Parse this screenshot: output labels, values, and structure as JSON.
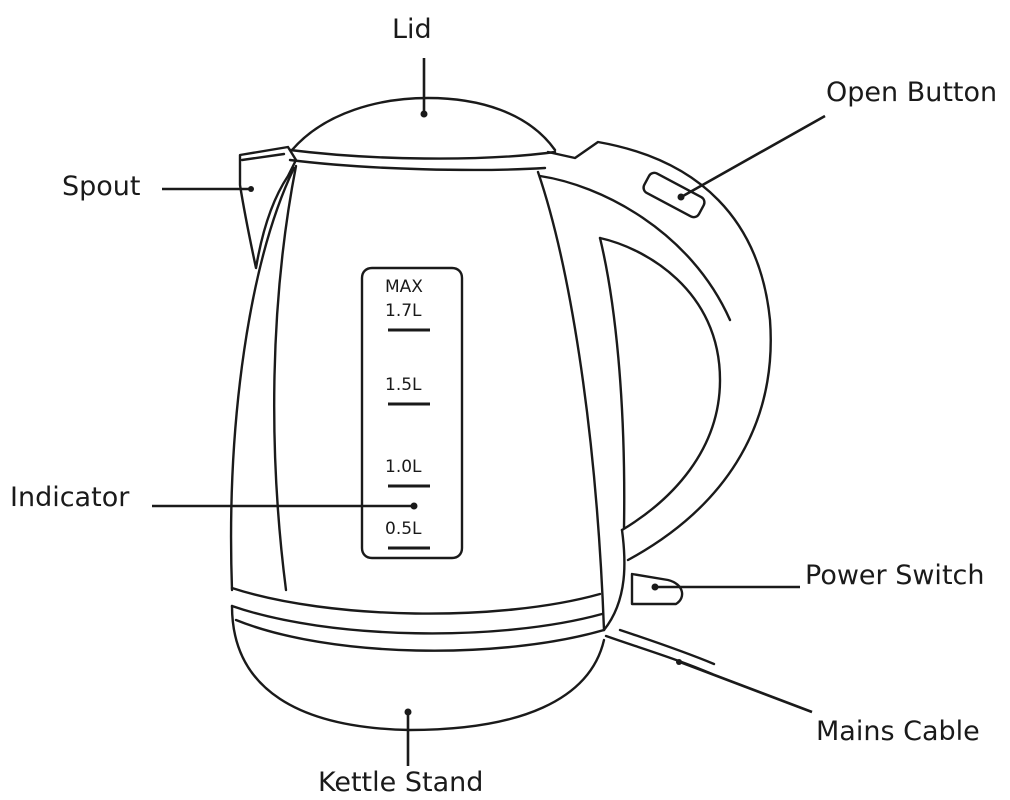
{
  "labels": {
    "lid": "Lid",
    "open_button": "Open Button",
    "spout": "Spout",
    "indicator": "Indicator",
    "power_switch": "Power Switch",
    "mains_cable": "Mains Cable",
    "kettle_stand": "Kettle Stand"
  },
  "gauge": {
    "max": "MAX",
    "marks": [
      "1.7L",
      "1.5L",
      "1.0L",
      "0.5L"
    ]
  },
  "colors": {
    "ink": "#1a1a1a",
    "background": "#ffffff"
  }
}
